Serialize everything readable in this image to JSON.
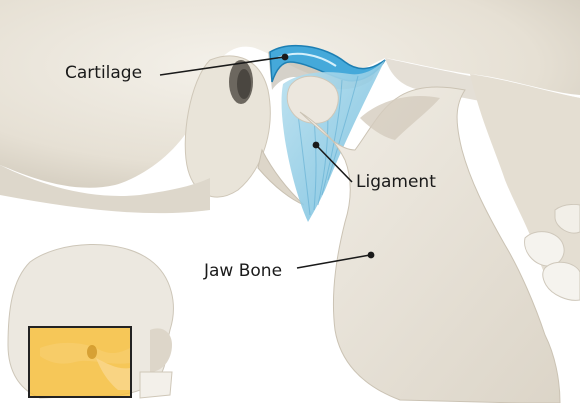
{
  "labels": {
    "cartilage": "Cartilage",
    "ligament": "Ligament",
    "jaw_bone": "Jaw Bone"
  },
  "colors": {
    "bone": "#ebe6dc",
    "bone_shadow": "#cfc8bb",
    "cartilage": "#3fa6d8",
    "ligament": "#8fcbe4",
    "inset_highlight": "#f6b92e",
    "outline": "#222222"
  },
  "inset": {
    "subject": "skull-locator"
  }
}
